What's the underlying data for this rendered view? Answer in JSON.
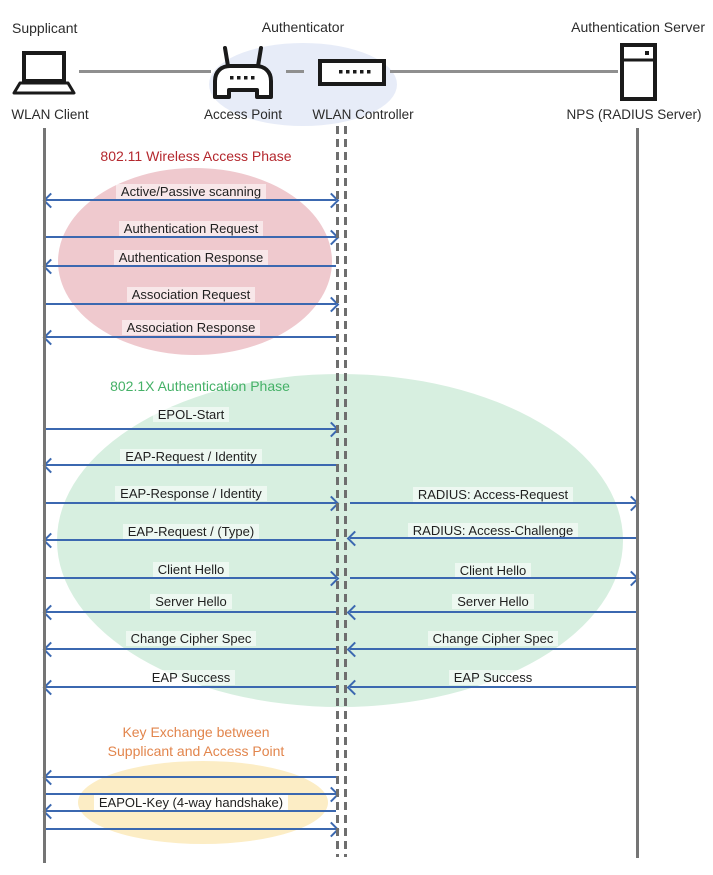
{
  "header": {
    "roles": [
      {
        "label": "Supplicant"
      },
      {
        "label": "Authenticator"
      },
      {
        "label": "Authentication Server"
      }
    ],
    "devices": [
      {
        "label": "WLAN Client"
      },
      {
        "label": "Access Point"
      },
      {
        "label": "WLAN Controller"
      },
      {
        "label": "NPS (RADIUS Server)"
      }
    ]
  },
  "icons": {
    "supplicant": "laptop-icon",
    "access_point": "wireless-router-icon",
    "wlan_controller": "controller-box-icon",
    "authentication_server": "server-tower-icon"
  },
  "phases": [
    {
      "title": "802.11 Wireless Access Phase",
      "title_color": "#B4282E",
      "fill": "#EFC9CE"
    },
    {
      "title": "802.1X Authentication Phase",
      "title_color": "#45B167",
      "fill": "#D7EFE0"
    },
    {
      "title_line1": "Key Exchange between",
      "title_line2": "Supplicant and Access Point",
      "title_color": "#E2854C",
      "fill": "#FCEDC5"
    }
  ],
  "colors": {
    "arrow": "#3B68B0",
    "lifeline": "#757575",
    "dashed_lifeline": "#6E6E6E",
    "authenticator_ellipse": "#E7ECF8"
  },
  "messages": [
    {
      "label": "Active/Passive scanning",
      "segment": "client-controller",
      "direction": "both"
    },
    {
      "label": "Authentication Request",
      "segment": "client-controller",
      "direction": "right"
    },
    {
      "label": "Authentication Response",
      "segment": "client-controller",
      "direction": "left"
    },
    {
      "label": "Association Request",
      "segment": "client-controller",
      "direction": "right"
    },
    {
      "label": "Association Response",
      "segment": "client-controller",
      "direction": "left"
    },
    {
      "label": "EPOL-Start",
      "segment": "client-controller",
      "direction": "right"
    },
    {
      "label": "EAP-Request / Identity",
      "segment": "client-controller",
      "direction": "left"
    },
    {
      "label": "EAP-Response / Identity",
      "segment": "client-controller",
      "direction": "right"
    },
    {
      "label": "RADIUS: Access-Request",
      "segment": "controller-server",
      "direction": "right"
    },
    {
      "label": "EAP-Request / (Type)",
      "segment": "client-controller",
      "direction": "left"
    },
    {
      "label": "RADIUS: Access-Challenge",
      "segment": "controller-server",
      "direction": "left"
    },
    {
      "label": "Client Hello",
      "segment": "client-controller",
      "direction": "right"
    },
    {
      "label": "Client Hello",
      "segment": "controller-server",
      "direction": "right"
    },
    {
      "label": "Server Hello",
      "segment": "client-controller",
      "direction": "left"
    },
    {
      "label": "Server Hello",
      "segment": "controller-server",
      "direction": "left"
    },
    {
      "label": "Change Cipher Spec",
      "segment": "client-controller",
      "direction": "left"
    },
    {
      "label": "Change Cipher Spec",
      "segment": "controller-server",
      "direction": "left"
    },
    {
      "label": "EAP Success",
      "segment": "client-controller",
      "direction": "left"
    },
    {
      "label": "EAP Success",
      "segment": "controller-server",
      "direction": "left"
    },
    {
      "label": "EAPOL-Key (4-way handshake)",
      "segment": "client-controller",
      "direction": "left-right-left-right"
    }
  ]
}
